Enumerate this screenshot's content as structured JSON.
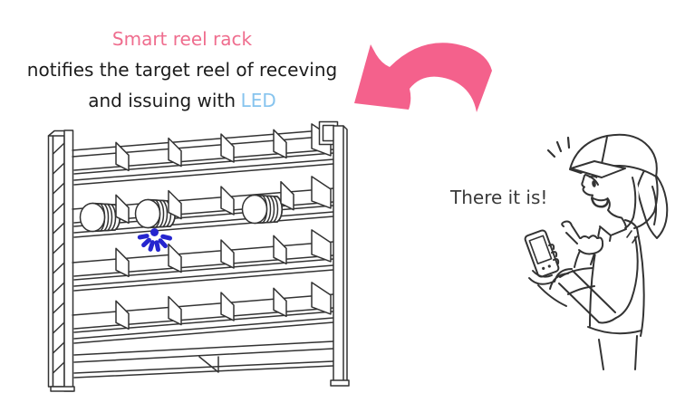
{
  "heading": {
    "line1": "Smart reel rack",
    "line2": "notifies the target reel of receving",
    "line3_prefix": "and issuing with",
    "line3_led": "LED"
  },
  "speech": {
    "text": "There it is!"
  },
  "colors": {
    "heading_pink": "#ef6d8e",
    "heading_text": "#1c1c1c",
    "led_word_blue": "#87c4ee",
    "arrow_pink": "#f4618c",
    "led_indicator_blue": "#2525cf",
    "line_art": "#333333"
  },
  "icons": {
    "arrow": "curved-arrow-left-icon",
    "led": "blinking-led-icon"
  }
}
